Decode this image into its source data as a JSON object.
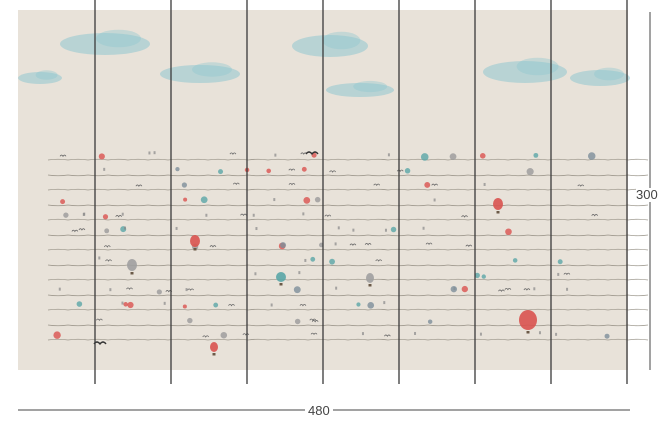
{
  "dimensions": {
    "width_label": "480",
    "height_label": "300"
  },
  "panels": {
    "count": 8
  },
  "colors": {
    "wall": "#e8e2d9",
    "cloud": "#8fc7cf",
    "strings": "#8a8478",
    "panel_seam": "#3a3a3a",
    "balloon_red": "#d9534f",
    "balloon_teal": "#5aa6a6",
    "dimension_line": "#444444"
  },
  "motif": {
    "rows": 13,
    "elements": [
      "cloud",
      "hot-air-balloon",
      "bird",
      "string-line"
    ]
  }
}
